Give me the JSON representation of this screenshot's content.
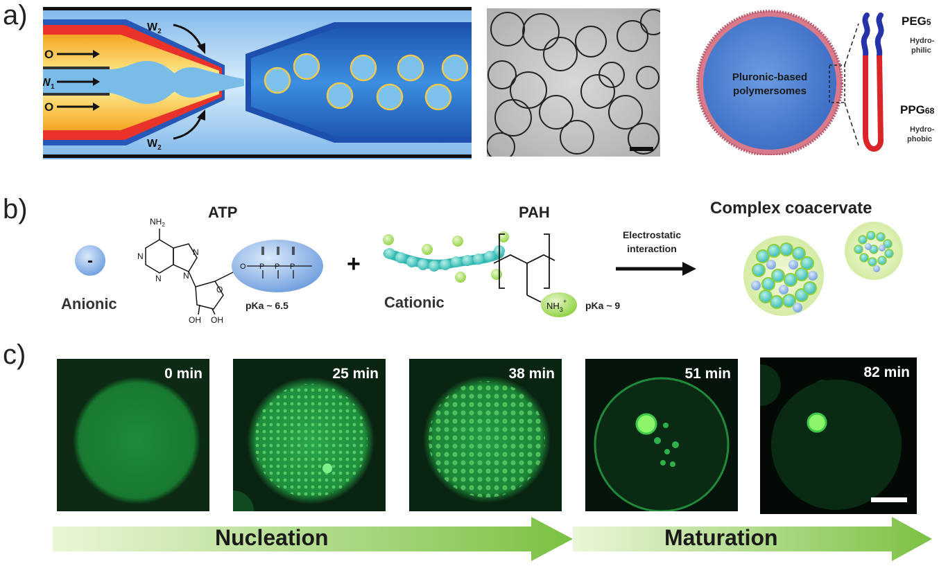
{
  "panel_a": {
    "label": "a)",
    "device": {
      "o_top": "O",
      "w1": "W",
      "w1_sub": "1",
      "o_bottom": "O",
      "w2_top": "W",
      "w2_top_sub": "2",
      "w2_bottom": "W",
      "w2_bottom_sub": "2"
    },
    "polymersome": {
      "center_label_line1": "Pluronic-based",
      "center_label_line2": "polymersomes",
      "peg": "PEG",
      "peg_sub": "5",
      "peg_desc_line1": "Hydro-",
      "peg_desc_line2": "philic",
      "ppg": "PPG",
      "ppg_sub": "68",
      "ppg_desc_line1": "Hydro-",
      "ppg_desc_line2": "phobic"
    }
  },
  "panel_b": {
    "label": "b)",
    "atp_title": "ATP",
    "anionic_sign": "-",
    "anionic_label": "Anionic",
    "atp_pka": "pKa ~ 6.5",
    "plus": "+",
    "cationic_label": "Cationic",
    "pah_title": "PAH",
    "pah_group": "NH",
    "pah_group_sub": "3",
    "pah_group_sup": "+",
    "pah_pka": "pKa ~ 9",
    "arrow_label_line1": "Electrostatic",
    "arrow_label_line2": "interaction",
    "product_title": "Complex coacervate",
    "atp_atoms": {
      "nh2": "NH",
      "nh2_sub": "2",
      "n1": "N",
      "n2": "N",
      "n3": "N",
      "n4": "N",
      "o_ring": "O",
      "o_link": "O",
      "p1": "P",
      "p2": "P",
      "p3": "P",
      "oh1": "OH",
      "oh2": "OH"
    }
  },
  "panel_c": {
    "label": "c)",
    "frames": [
      {
        "time": "0 min"
      },
      {
        "time": "25 min"
      },
      {
        "time": "38 min"
      },
      {
        "time": "51 min"
      },
      {
        "time": "82 min"
      }
    ],
    "stage1": "Nucleation",
    "stage2": "Maturation"
  },
  "colors": {
    "fluorescence": "#18c43a",
    "oil": "#f5d640",
    "red_phase": "#e8322a",
    "water": "#4a8fd8",
    "arrow_green": "#7ac142"
  }
}
